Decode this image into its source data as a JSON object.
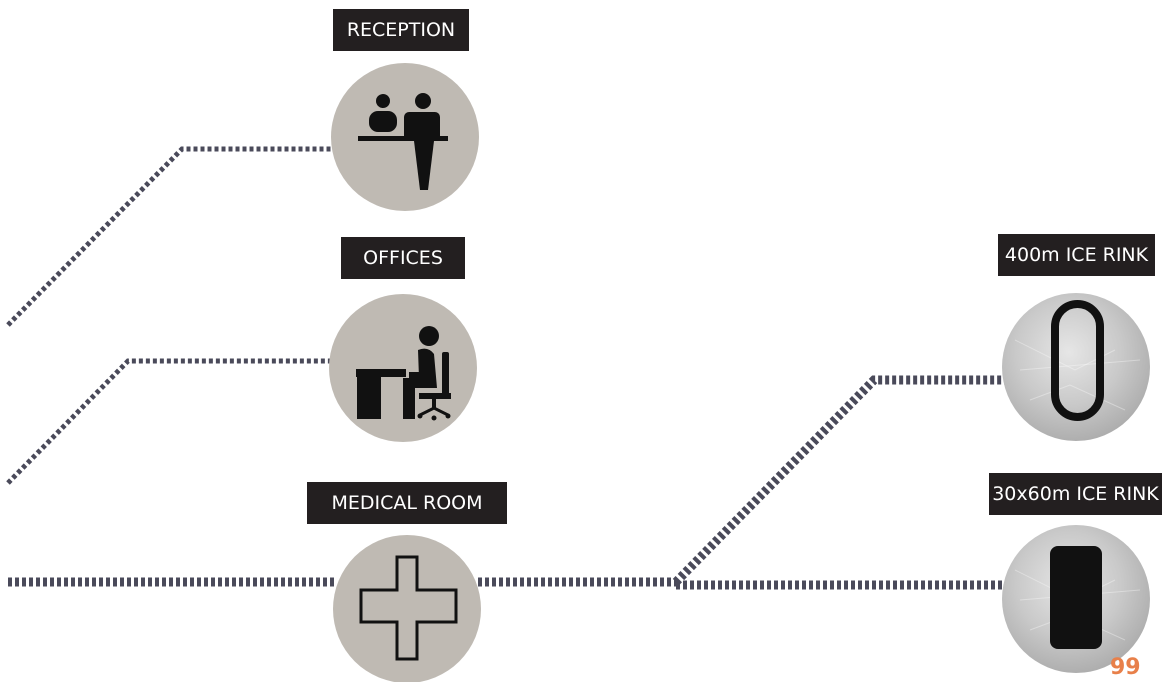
{
  "labels": {
    "reception": "RECEPTION",
    "offices": "OFFICES",
    "medical_room": "MEDICAL ROOM",
    "ice_rink_400m": "400m ICE RINK",
    "ice_rink_30x60m": "30x60m ICE RINK"
  },
  "icons": {
    "reception": "reception-desk-icon",
    "offices": "office-desk-icon",
    "medical_room": "medical-cross-icon",
    "ice_rink_400m": "oval-track-icon",
    "ice_rink_30x60m": "rectangular-rink-icon"
  },
  "page_number": "99",
  "colors": {
    "line": "#4a4a5a",
    "circle": "#bfbab3",
    "label_bg": "#231f20",
    "label_text": "#ffffff",
    "icon": "#111111",
    "page_number": "#e8804a"
  }
}
